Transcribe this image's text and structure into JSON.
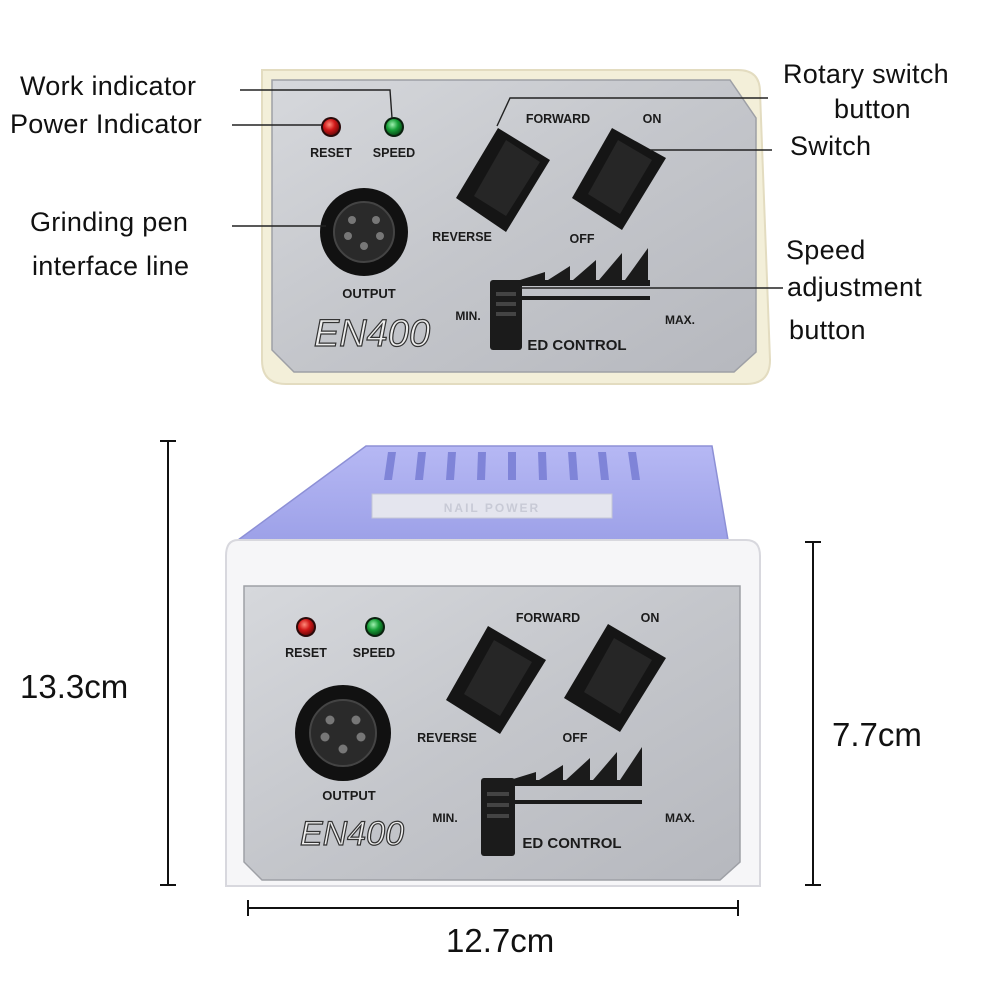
{
  "callouts": {
    "work_indicator": "Work indicator",
    "power_indicator": "Power Indicator",
    "grinding_pen_1": "Grinding pen",
    "grinding_pen_2": "interface line",
    "rotary_1": "Rotary switch",
    "rotary_2": "button",
    "switch": "Switch",
    "speed_adj_1": "Speed",
    "speed_adj_2": "adjustment",
    "speed_adj_3": "button"
  },
  "panel": {
    "reset": "RESET",
    "speed": "SPEED",
    "forward": "FORWARD",
    "on": "ON",
    "reverse": "REVERSE",
    "off": "OFF",
    "output": "OUTPUT",
    "min": "MIN.",
    "max": "MAX.",
    "speed_control": "ED CONTROL",
    "brand": "EN400",
    "top_label": "NAIL POWER"
  },
  "dimensions": {
    "height": "13.3cm",
    "panel_height": "7.7cm",
    "width": "12.7cm"
  },
  "colors": {
    "panel_face": "#c9cbd0",
    "cream_frame": "#f3efd9",
    "lavender": "#a9acee",
    "led_red": "#d01818",
    "led_green": "#18a038",
    "knob": "#1b1b1b"
  }
}
